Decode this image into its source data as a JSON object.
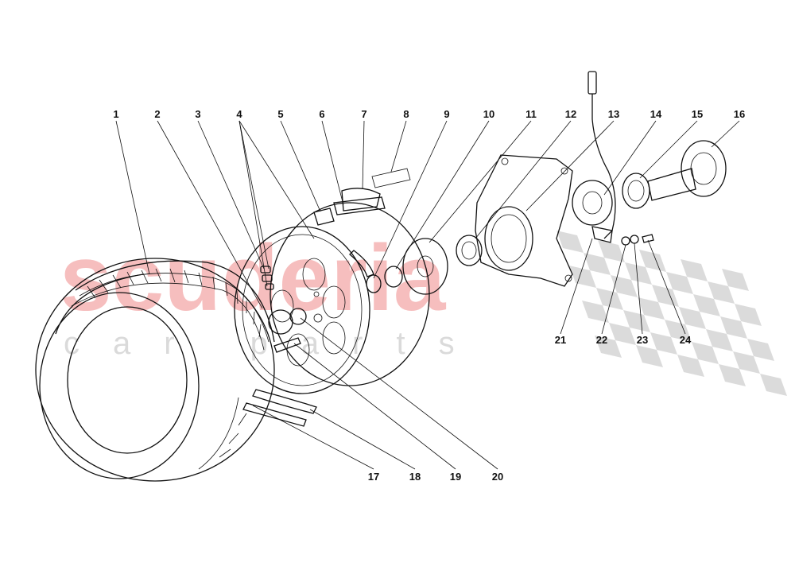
{
  "watermark": {
    "brand": "scuderia",
    "tagline": "car parts",
    "flag_color": "#9a9a9a",
    "brand_color": "#f08a8a"
  },
  "callouts": [
    {
      "id": "1",
      "label": "1"
    },
    {
      "id": "2",
      "label": "2"
    },
    {
      "id": "3",
      "label": "3"
    },
    {
      "id": "4",
      "label": "4"
    },
    {
      "id": "5",
      "label": "5"
    },
    {
      "id": "6",
      "label": "6"
    },
    {
      "id": "7",
      "label": "7"
    },
    {
      "id": "8",
      "label": "8"
    },
    {
      "id": "9",
      "label": "9"
    },
    {
      "id": "10",
      "label": "10"
    },
    {
      "id": "11",
      "label": "11"
    },
    {
      "id": "12",
      "label": "12"
    },
    {
      "id": "13",
      "label": "13"
    },
    {
      "id": "14",
      "label": "14"
    },
    {
      "id": "15",
      "label": "15"
    },
    {
      "id": "16",
      "label": "16"
    },
    {
      "id": "17",
      "label": "17"
    },
    {
      "id": "18",
      "label": "18"
    },
    {
      "id": "19",
      "label": "19"
    },
    {
      "id": "20",
      "label": "20"
    },
    {
      "id": "21",
      "label": "21"
    },
    {
      "id": "22",
      "label": "22"
    },
    {
      "id": "23",
      "label": "23"
    },
    {
      "id": "24",
      "label": "24"
    }
  ]
}
